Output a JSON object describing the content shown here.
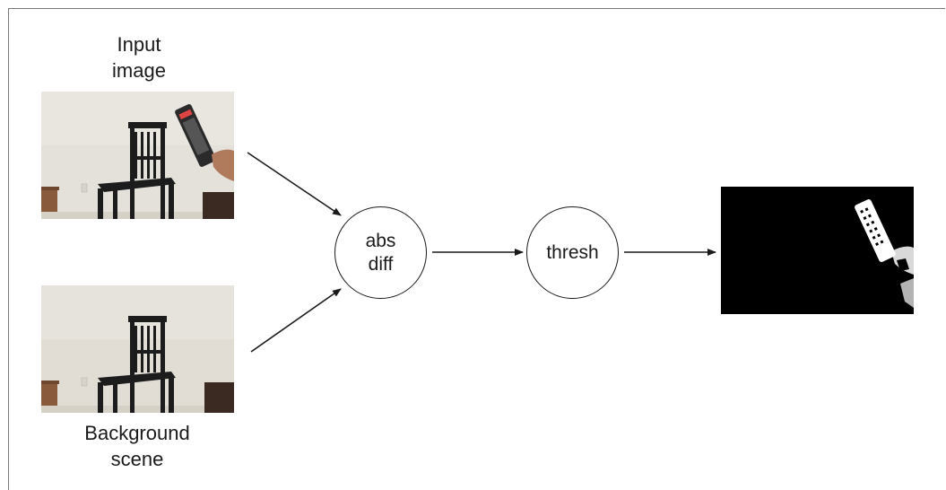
{
  "input_label": {
    "line1": "Input",
    "line2": "image"
  },
  "background_label": {
    "line1": "Background",
    "line2": "scene"
  },
  "node_absdiff": {
    "line1": "abs",
    "line2": "diff"
  },
  "node_thresh": {
    "label": "thresh"
  },
  "colors": {
    "wall": "#e3e1da",
    "chair": "#1c1c1c",
    "mask_bg": "#000000",
    "line": "#1a1a1a"
  }
}
